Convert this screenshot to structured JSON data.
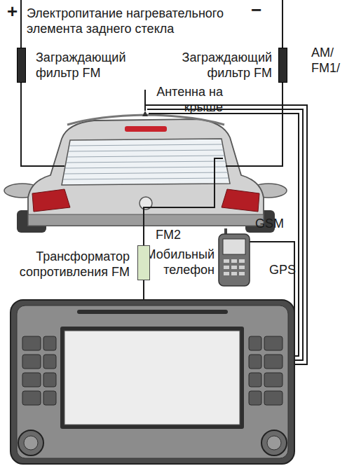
{
  "diagram": {
    "nodes": [
      {
        "text": [
          "Заграждающий фильтр FM"
        ]
      },
      {
        "text": [
          "Заграждающий фильтр FM"
        ]
      },
      {
        "text": [
          "Трансформатор сопротивления FM"
        ]
      }
    ],
    "labels": [
      "+",
      "−",
      "Электропитание нагревательного элемента заднего стекла",
      "Антенна на крыше",
      "AM/ FM1/",
      "GSM",
      "FM2",
      "Мобильный телефон",
      "GPS"
    ]
  }
}
